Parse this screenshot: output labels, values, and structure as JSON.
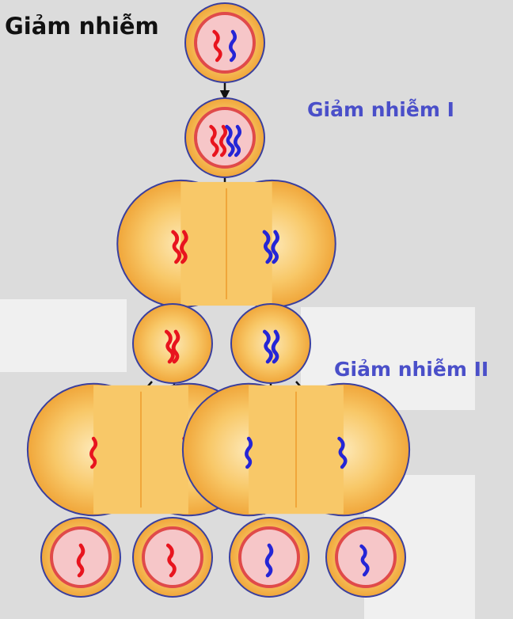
{
  "title": "Giảm nhiễm",
  "stage_labels": {
    "meiosis_1": "Giảm nhiễm I",
    "meiosis_2": "Giảm nhiễm II"
  },
  "colors": {
    "background": "#dcdcdc",
    "cell_fill": "#f5b547",
    "cell_stroke": "#3a3f9e",
    "nucleus_fill": "#f6c6c8",
    "nucleus_ring": "#e04a4a",
    "chromosome_maternal": "#e8141e",
    "chromosome_paternal": "#2525d6",
    "arrow": "#111111",
    "label_blue": "#4a4fc9"
  }
}
